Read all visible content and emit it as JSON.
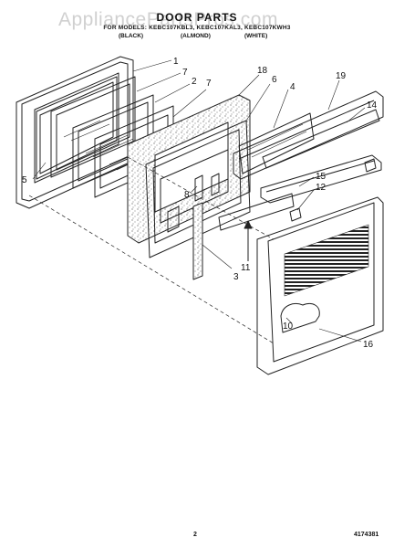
{
  "watermark": "AppliancePartsPros.com",
  "header": {
    "title": "DOOR PARTS",
    "models": "FOR MODELS: KEBC107KBL3, KEBC107KAL3, KEBC107KWH3",
    "colors": [
      "(BLACK)",
      "(ALMOND)",
      "(WHITE)"
    ]
  },
  "callouts": [
    "1",
    "7",
    "2",
    "7",
    "18",
    "6",
    "4",
    "19",
    "14",
    "5",
    "15",
    "12",
    "8",
    "11",
    "3",
    "10",
    "16"
  ],
  "footer": {
    "page_number": "2",
    "part_number": "4174381"
  }
}
